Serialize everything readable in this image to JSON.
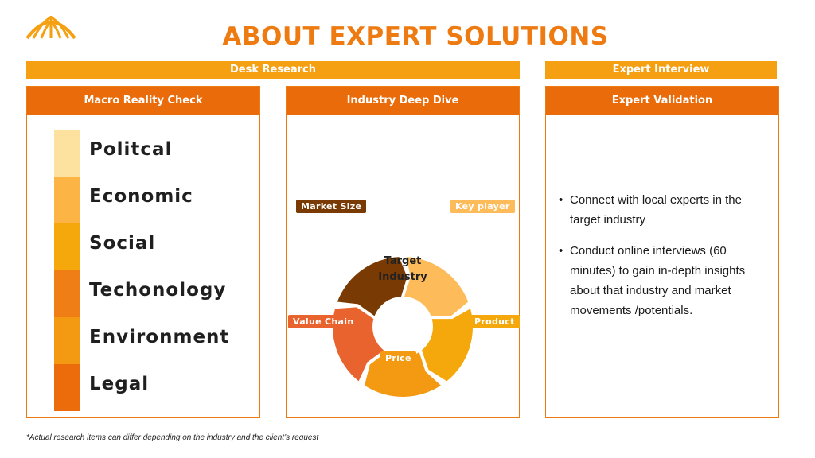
{
  "header": {
    "title": "ABOUT EXPERT SOLUTIONS",
    "logo_icon": "arch-dome-logo-icon"
  },
  "bands": {
    "desk_research": "Desk Research",
    "expert_interview": "Expert Interview"
  },
  "panels": {
    "macro": {
      "title": "Macro Reality Check",
      "items": [
        {
          "label": "Politcal",
          "color": "#FCE29E"
        },
        {
          "label": "Economic",
          "color": "#FCB445"
        },
        {
          "label": "Social",
          "color": "#F4A80C"
        },
        {
          "label": "Techonology",
          "color": "#EE7E15"
        },
        {
          "label": "Environment",
          "color": "#F39A12"
        },
        {
          "label": "Legal",
          "color": "#EC6C0C"
        }
      ]
    },
    "industry": {
      "title": "Industry Deep Dive",
      "center": {
        "line1": "Target",
        "line2": "Industry"
      },
      "segments": [
        {
          "label": "Market Size",
          "color": "#7A3A04"
        },
        {
          "label": "Key player",
          "color": "#FDBB5A"
        },
        {
          "label": "Product",
          "color": "#F4A80C"
        },
        {
          "label": "Price",
          "color": "#F39A12"
        },
        {
          "label": "Value Chain",
          "color": "#E8632E"
        }
      ]
    },
    "expert": {
      "title": "Expert Validation",
      "bullets": [
        "Connect with local experts in the target industry",
        "Conduct online interviews (60 minutes) to gain in-depth insights about that industry and market movements /potentials."
      ]
    }
  },
  "footnote": "*Actual research items can differ depending on the industry and the client’s request",
  "colors": {
    "accent": "#EE7B12",
    "band": "#F5A012",
    "header": "#EA6B0A"
  }
}
